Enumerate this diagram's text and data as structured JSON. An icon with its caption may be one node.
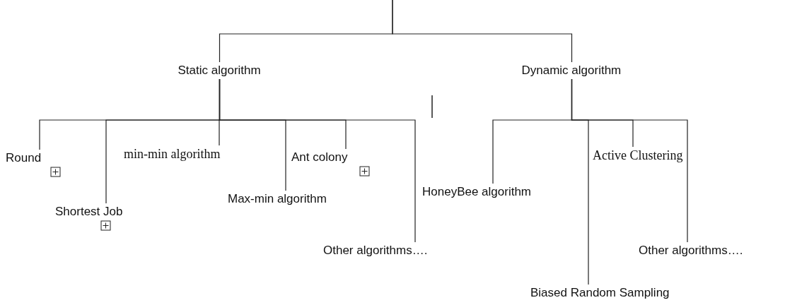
{
  "diagram": {
    "nodes": [
      {
        "text": [
          "Static algorithm"
        ]
      },
      {
        "text": [
          "Dynamic algorithm"
        ]
      },
      {
        "text": [
          "Round"
        ]
      },
      {
        "text": [
          "Shortest Job"
        ]
      },
      {
        "text": [
          "min-min algorithm"
        ]
      },
      {
        "text": [
          "Max-min algorithm"
        ]
      },
      {
        "text": [
          "Ant colony"
        ]
      },
      {
        "text": [
          "Other algorithms…."
        ]
      },
      {
        "text": [
          "HoneyBee algorithm"
        ]
      },
      {
        "text": [
          "Biased Random Sampling"
        ]
      },
      {
        "text": [
          "Active Clustering"
        ]
      },
      {
        "text": [
          "Other algorithms…."
        ]
      }
    ],
    "edges": [
      {
        "from": null,
        "to": 0,
        "arrow": "none"
      },
      {
        "from": null,
        "to": 1,
        "arrow": "none"
      },
      {
        "from": 0,
        "to": 2,
        "arrow": "none"
      },
      {
        "from": 0,
        "to": 3,
        "arrow": "none"
      },
      {
        "from": 0,
        "to": 4,
        "arrow": "none"
      },
      {
        "from": 0,
        "to": 5,
        "arrow": "none"
      },
      {
        "from": 0,
        "to": 6,
        "arrow": "none"
      },
      {
        "from": 0,
        "to": 7,
        "arrow": "none"
      },
      {
        "from": 1,
        "to": 8,
        "arrow": "none"
      },
      {
        "from": 1,
        "to": 9,
        "arrow": "none"
      },
      {
        "from": 1,
        "to": 10,
        "arrow": "none"
      },
      {
        "from": 1,
        "to": 11,
        "arrow": "none"
      }
    ]
  }
}
